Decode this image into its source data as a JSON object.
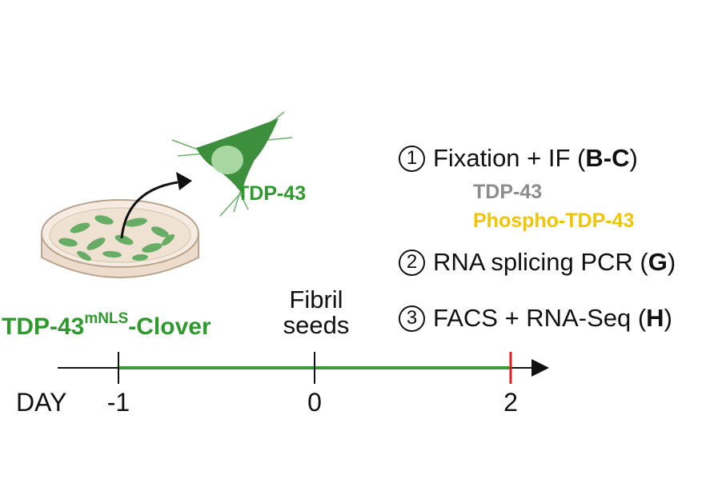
{
  "cell_label": "TDP-43",
  "construct": {
    "prefix": "TDP-43",
    "superscript": "mNLS",
    "suffix": "-Clover"
  },
  "treatment": {
    "line1": "Fibril",
    "line2": "seeds"
  },
  "steps": [
    {
      "number": "1",
      "text": "Fixation + IF (",
      "ref": "B-C",
      "close": ")"
    },
    {
      "number": "2",
      "text": "RNA splicing PCR (",
      "ref": "G",
      "close": ")"
    },
    {
      "number": "3",
      "text": "FACS + RNA-Seq (",
      "ref": "H",
      "close": ")"
    }
  ],
  "stains": [
    {
      "label": "TDP-43",
      "color": "#8c8c8c"
    },
    {
      "label": "Phospho-TDP-43",
      "color": "#f2c500"
    }
  ],
  "timeline": {
    "axis_label": "DAY",
    "ticks": [
      "-1",
      "0",
      "2"
    ],
    "bar_color": "#3a9a3a",
    "end_marker_color": "#e02020"
  },
  "colors": {
    "green": "#2e9a2e",
    "cell": "#3d8f3d",
    "nucleus": "#a9d7a2"
  }
}
